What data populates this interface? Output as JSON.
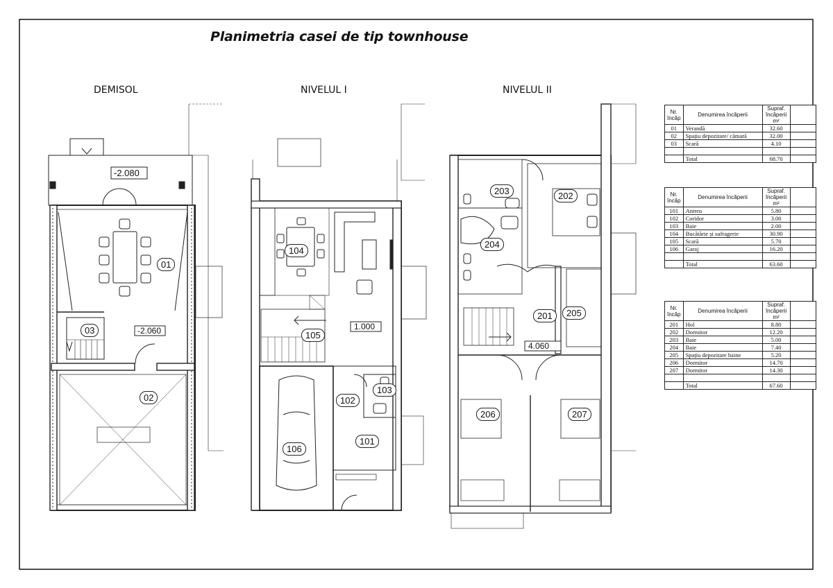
{
  "title": "Planimetria casei de tip townhouse",
  "plans": {
    "demisol": {
      "label": "DEMISOL",
      "level_top": "-2.080",
      "level_mid": "-2.060",
      "rooms": [
        "01",
        "02",
        "03"
      ]
    },
    "nivelul1": {
      "label": "NIVELUL I",
      "level": "1.000",
      "rooms": [
        "101",
        "102",
        "103",
        "104",
        "105",
        "106"
      ]
    },
    "nivelul2": {
      "label": "NIVELUL II",
      "level": "4.060",
      "rooms": [
        "201",
        "202",
        "203",
        "204",
        "205",
        "206",
        "207"
      ]
    }
  },
  "tables": {
    "header": {
      "nr": "Nr. încăp",
      "name": "Denumirea încăperii",
      "area": "Supraf. încăperii m²"
    },
    "demisol": {
      "rows": [
        {
          "nr": "01",
          "name": "Verandă",
          "area": "32.60"
        },
        {
          "nr": "02",
          "name": "Spațiu depozitare/ cămară",
          "area": "32.00"
        },
        {
          "nr": "03",
          "name": "Scară",
          "area": "4.10"
        }
      ],
      "total_label": "Total",
      "total": "68.70"
    },
    "nivelul1": {
      "rows": [
        {
          "nr": "101",
          "name": "Antreu",
          "area": "5.80"
        },
        {
          "nr": "102",
          "name": "Coridor",
          "area": "3.00"
        },
        {
          "nr": "103",
          "name": "Baie",
          "area": "2.00"
        },
        {
          "nr": "104",
          "name": "Bucătărie și sufragerie",
          "area": "30.90"
        },
        {
          "nr": "105",
          "name": "Scară",
          "area": "5.70"
        },
        {
          "nr": "106",
          "name": "Garaj",
          "area": "16.20"
        }
      ],
      "total_label": "Total",
      "total": "63.60"
    },
    "nivelul2": {
      "rows": [
        {
          "nr": "201",
          "name": "Hol",
          "area": "8.80"
        },
        {
          "nr": "202",
          "name": "Dormitor",
          "area": "12.20"
        },
        {
          "nr": "203",
          "name": "Baie",
          "area": "5.00"
        },
        {
          "nr": "204",
          "name": "Baie",
          "area": "7.40"
        },
        {
          "nr": "205",
          "name": "Spațiu depozitare haine",
          "area": "5.20"
        },
        {
          "nr": "206",
          "name": "Dormitor",
          "area": "14.70"
        },
        {
          "nr": "207",
          "name": "Dormitor",
          "area": "14.30"
        }
      ],
      "total_label": "Total",
      "total": "67.60"
    }
  }
}
